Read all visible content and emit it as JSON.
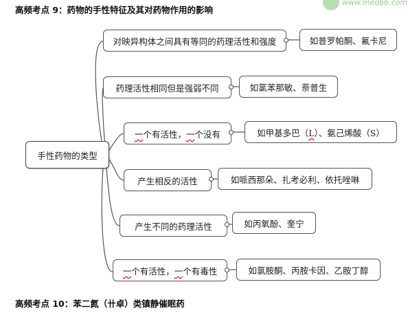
{
  "header": {
    "title": "高频考点 9：药物的手性特征及其对药物作用的影响"
  },
  "watermark": {
    "text": "www.med66.com"
  },
  "diagram": {
    "root": "手性药物的类型",
    "branches": [
      {
        "type": "对映异构体之间具有等同的药理活性和强度",
        "examples": "如普罗帕酮、氟卡尼"
      },
      {
        "type": "药理活性相同但是强弱不同",
        "examples": "如氯苯那敏、萘普生"
      },
      {
        "type_prefix": "一",
        "type_mid": "个有活性，",
        "type_mid2": "一",
        "type_suffix": "个没有",
        "examples_prefix": "如甲基多巴（",
        "examples_mark": "L",
        "examples_suffix": "）、氨己烯酸（S）"
      },
      {
        "type": "产生相反的活性",
        "examples": "如哌西那朵、扎考必利、依托唑啉"
      },
      {
        "type": "产生不同的药理活性",
        "examples": "如丙氧酚、奎宁"
      },
      {
        "type_prefix": "一",
        "type_mid": "个有活性，",
        "type_mid2": "一",
        "type_suffix": "个有毒性",
        "examples": "如氯胺酮、丙胺卡因、乙胺丁醇"
      }
    ]
  },
  "footer": {
    "title": "高频考点 10：苯二氮（卄卓）类镇静催眠药"
  },
  "colors": {
    "line": "#555555",
    "box_border": "#555555",
    "spellcheck": "#dd2222"
  }
}
